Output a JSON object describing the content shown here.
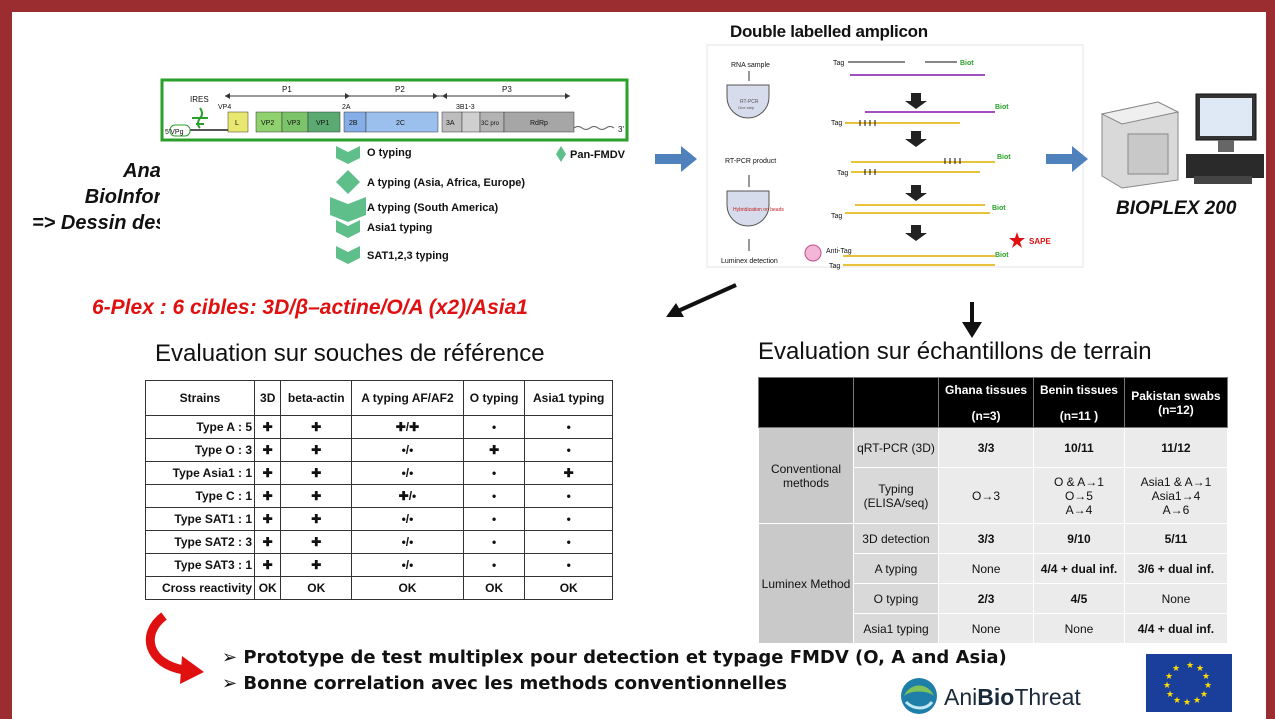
{
  "left_heading": {
    "line1": "Analyses",
    "line2": "BioInformatiques",
    "line3": "=> Dessin des amorces"
  },
  "genome": {
    "ires": "IRES",
    "vpg": "5'VPg",
    "three_prime": "3'",
    "p1": "P1",
    "p2": "P2",
    "p3": "P3",
    "vp4": "VP4",
    "a2": "2A",
    "b3": "3B1-3",
    "segments": [
      "L",
      "VP2",
      "VP3",
      "VP1",
      "2B",
      "2C",
      "3A",
      "3C pro",
      "RdRp"
    ]
  },
  "typing": {
    "o": "O typing",
    "a_asia": "A typing (Asia, Africa, Europe)",
    "a_sa": "A typing (South America)",
    "asia1": "Asia1 typing",
    "sat": "SAT1,2,3 typing",
    "pan": "Pan-FMDV"
  },
  "amplicon": {
    "title": "Double labelled amplicon",
    "rna_sample": "RNA sample",
    "rtpcr": "RT-PCR",
    "onestep": "One step",
    "rtpcr_product": "RT-PCR product",
    "hybrid": "Hybridization on beads",
    "luminex": "Luminex detection",
    "tag": "Tag",
    "biot": "Biot",
    "anti_tag": "Anti-Tag",
    "sape": "SAPE"
  },
  "bioplex": "BIOPLEX 200",
  "sixplex": "6-Plex : 6 cibles: 3D/β–actine/O/A (x2)/Asia1",
  "ref_heading": "Evaluation sur souches de référence",
  "ref_table": {
    "headers": [
      "Strains",
      "3D",
      "beta-actin",
      "A typing AF/AF2",
      "O typing",
      "Asia1 typing"
    ],
    "rows": [
      [
        "Type A : 5",
        "✚",
        "✚",
        "✚/✚",
        "•",
        "•"
      ],
      [
        "Type O : 3",
        "✚",
        "✚",
        "•/•",
        "✚",
        "•"
      ],
      [
        "Type Asia1 : 1",
        "✚",
        "✚",
        "•/•",
        "•",
        "✚"
      ],
      [
        "Type C : 1",
        "✚",
        "✚",
        "✚/•",
        "•",
        "•"
      ],
      [
        "Type SAT1 : 1",
        "✚",
        "✚",
        "•/•",
        "•",
        "•"
      ],
      [
        "Type SAT2 : 3",
        "✚",
        "✚",
        "•/•",
        "•",
        "•"
      ],
      [
        "Type SAT3 : 1",
        "✚",
        "✚",
        "•/•",
        "•",
        "•"
      ],
      [
        "Cross reactivity",
        "OK",
        "OK",
        "OK",
        "OK",
        "OK"
      ]
    ]
  },
  "field_heading": "Evaluation sur échantillons de terrain",
  "field_table": {
    "col_headers": [
      {
        "name": "Ghana tissues",
        "n": "(n=3)"
      },
      {
        "name": "Benin tissues",
        "n": "(n=11 )"
      },
      {
        "name": "Pakistan swabs",
        "n": "(n=12)"
      }
    ],
    "conventional_label": "Conventional methods",
    "luminex_label": "Luminex Method",
    "qrt": {
      "label": "qRT-PCR (3D)",
      "values": [
        "3/3",
        "10/11",
        "11/12"
      ]
    },
    "typing": {
      "label": "Typing (ELISA/seq)",
      "ghana": "O→3",
      "benin": [
        "O & A→1",
        "O→5",
        "A→4"
      ],
      "pakistan": [
        "Asia1 & A→1",
        "Asia1→4",
        "A→6"
      ]
    },
    "luminex_rows": [
      {
        "label": "3D detection",
        "values": [
          "3/3",
          "9/10",
          "5/11"
        ]
      },
      {
        "label": "A typing",
        "values": [
          "None",
          "4/4 + dual inf.",
          "3/6 + dual inf."
        ]
      },
      {
        "label": "O typing",
        "values": [
          "2/3",
          "4/5",
          "None"
        ]
      },
      {
        "label": "Asia1 typing",
        "values": [
          "None",
          "None",
          "4/4 + dual inf."
        ]
      }
    ]
  },
  "bullets": [
    "Prototype de test multiplex pour detection et typage FMDV (O, A and Asia)",
    "Bonne correlation avec les methods conventionnelles"
  ],
  "logo": {
    "ani": "Ani",
    "bio": "Bio",
    "threat": "Threat"
  },
  "colors": {
    "frame": "#9b2d30",
    "sixplex": "#e01010",
    "genome_border": "#2aa02a",
    "arrow_blue": "#4f81bd",
    "diamond": "#5fbf8a"
  }
}
